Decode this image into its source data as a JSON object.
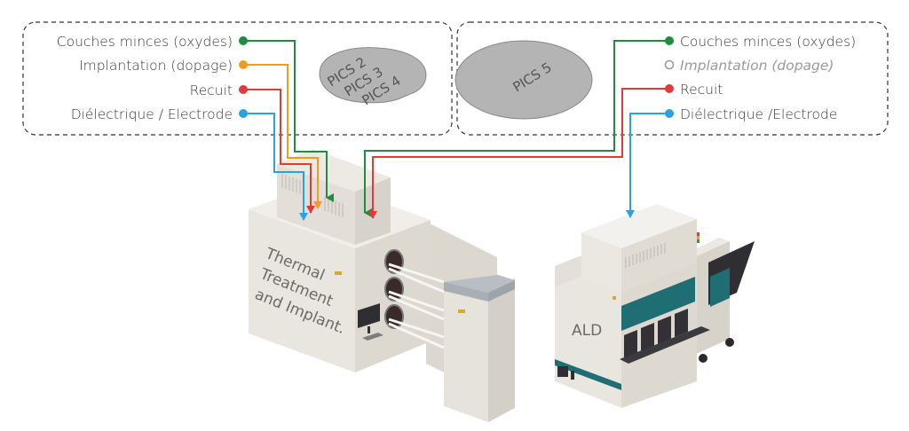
{
  "colors": {
    "oxides": "#1e8e3e",
    "implant": "#f39c1a",
    "anneal": "#e53935",
    "dielectric": "#29a3e0",
    "inactive": "#9a9a9a",
    "wafer": "#b4b4b4",
    "machine_light": "#ece9e3",
    "machine_mid": "#dedad3",
    "machine_dark": "#cfcac2",
    "ald_accent": "#1f6e74"
  },
  "left_group": {
    "labels": [
      {
        "text": "Couches minces (oxydes)",
        "key": "oxides",
        "active": true
      },
      {
        "text": "Implantation (dopage)",
        "key": "implant",
        "active": true
      },
      {
        "text": "Recuit",
        "key": "anneal",
        "active": true
      },
      {
        "text": "Diélectrique / Electrode",
        "key": "dielectric",
        "active": true
      }
    ],
    "wafer_labels": [
      "PICS 2",
      "PICS 3",
      "PICS 4"
    ]
  },
  "right_group": {
    "labels": [
      {
        "text": "Couches minces (oxydes)",
        "key": "oxides",
        "active": true
      },
      {
        "text": "Implantation (dopage)",
        "key": "implant",
        "active": false
      },
      {
        "text": "Recuit",
        "key": "anneal",
        "active": true
      },
      {
        "text": "Diélectrique /Electrode",
        "key": "dielectric",
        "active": true
      }
    ],
    "wafer_labels": [
      "PICS 5"
    ]
  },
  "machines": {
    "thermal": {
      "label_lines": [
        "Thermal",
        "Treatment",
        "and Implant."
      ]
    },
    "ald": {
      "label": "ALD"
    }
  }
}
